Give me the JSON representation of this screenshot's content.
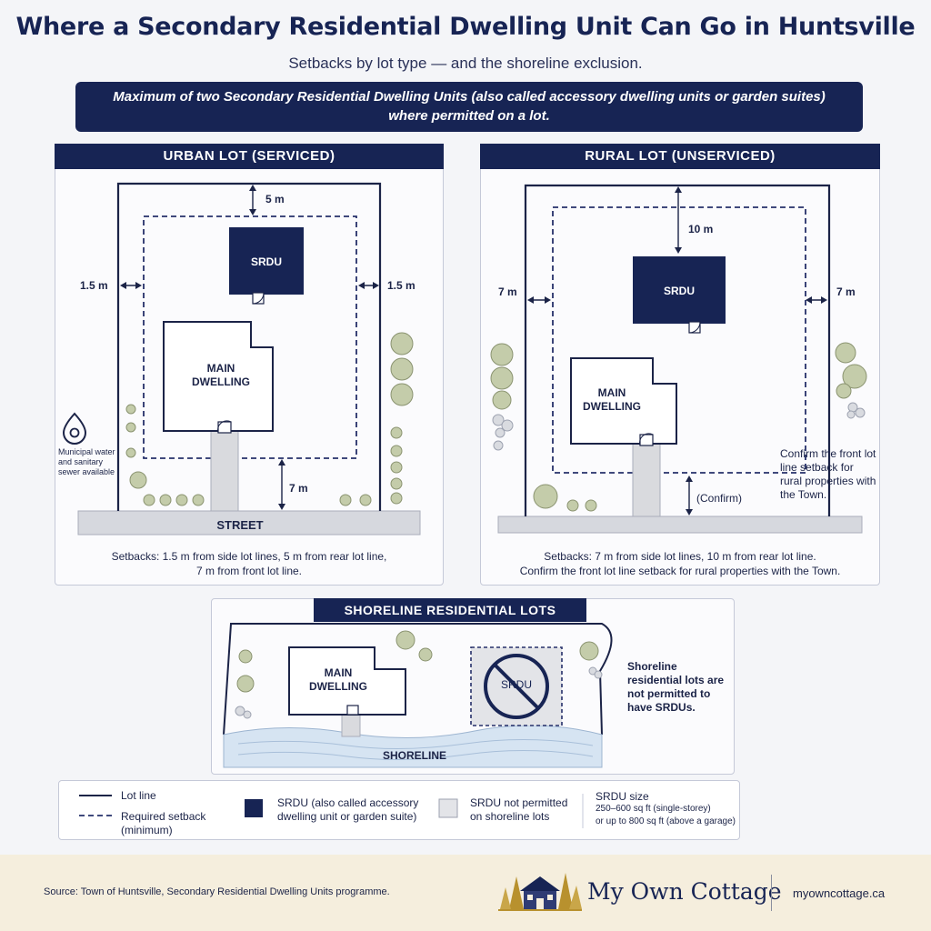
{
  "header": {
    "title": "Where a Secondary Residential Dwelling Unit Can Go in Huntsville",
    "subtitle": "Setbacks by lot type — and the shoreline exclusion.",
    "banner": "Maximum of two Secondary Residential Dwelling Units (also called accessory dwelling units or garden suites) where permitted on a lot."
  },
  "urban": {
    "heading": "URBAN LOT (SERVICED)",
    "rear": "5 m",
    "side_left": "1.5 m",
    "side_right": "1.5 m",
    "front": "7 m",
    "srdu": "SRDU",
    "main_line1": "MAIN",
    "main_line2": "DWELLING",
    "street": "STREET",
    "services": "Municipal water and sanitary sewer available",
    "caption_line1": "Setbacks: 1.5 m from side lot lines, 5 m from rear lot line,",
    "caption_line2": "7 m from front lot line."
  },
  "rural": {
    "heading": "RURAL LOT (UNSERVICED)",
    "rear": "10 m",
    "side_left": "7 m",
    "side_right": "7 m",
    "front": "(Confirm)",
    "srdu": "SRDU",
    "main_line1": "MAIN",
    "main_line2": "DWELLING",
    "confirm_note": "Confirm the front lot line setback for rural properties with the Town.",
    "caption_line1": "Setbacks: 7 m from side lot lines, 10 m from rear lot line.",
    "caption_line2": "Confirm the front lot line setback for rural properties with the Town."
  },
  "shoreline": {
    "heading": "SHORELINE RESIDENTIAL LOTS",
    "main_line1": "MAIN",
    "main_line2": "DWELLING",
    "srdu": "SRDU",
    "shore": "SHORELINE",
    "note": "Shoreline residential lots are not permitted to have SRDUs."
  },
  "legend": {
    "lot_line": "Lot line",
    "setback_line1": "Required setback",
    "setback_line2": "(minimum)",
    "srdu_line1": "SRDU (also called accessory",
    "srdu_line2": "dwelling unit or garden suite)",
    "notpermitted_line1": "SRDU not permitted",
    "notpermitted_line2": "on shoreline lots",
    "size_title": "SRDU size",
    "size_line1": "250–600 sq ft (single-storey)",
    "size_line2": "or up to 800 sq ft (above a garage)"
  },
  "footer": {
    "source": "Source: Town of Huntsville, Secondary Residential Dwelling Units programme.",
    "brand": "My Own Cottage",
    "website": "myowncottage.ca"
  },
  "colors": {
    "navy": "#172454",
    "setback": "#26306a",
    "tree": "#c4ccaa",
    "water": "#d6e4f2",
    "path": "#d9dade",
    "footer": "#f5eedd"
  },
  "icons": [
    "water-drop-icon",
    "tree-icon",
    "door-icon",
    "no-symbol-icon",
    "cabin-logo-icon"
  ]
}
